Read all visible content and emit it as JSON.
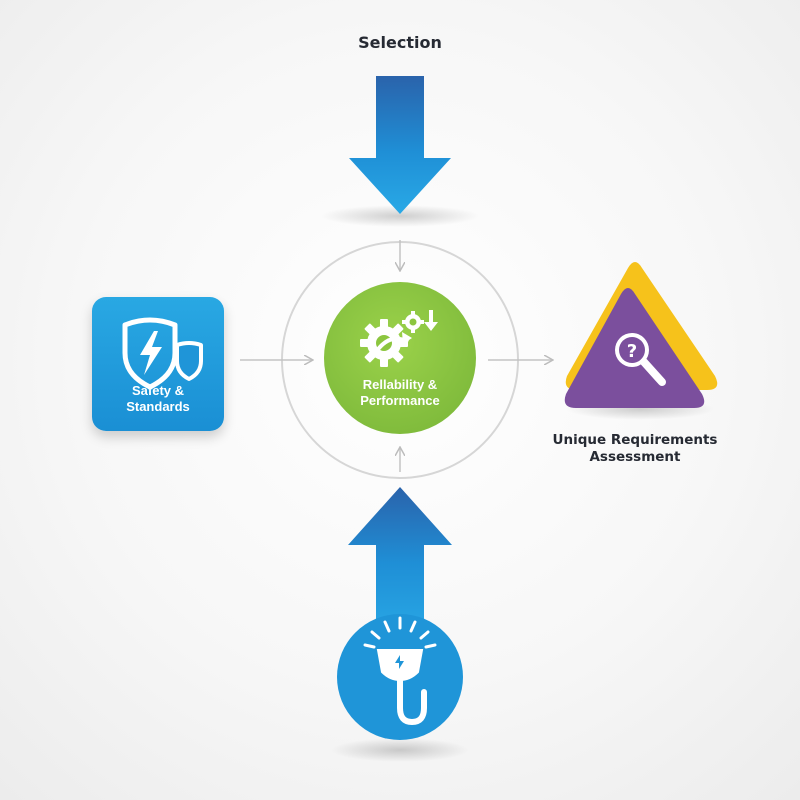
{
  "diagram": {
    "top_label": "Selection",
    "center_label_line1": "Rellability &",
    "center_label_line2": "Performance",
    "left_label_line1": "Safety &",
    "left_label_line2": "Standards",
    "right_label_line1": "Unique Requirements",
    "right_label_line2": "Assessment",
    "icons": {
      "center": "gears-arrows-icon",
      "left": "shield-lightning-icon",
      "right": "magnifier-question-icon",
      "bottom": "power-plug-icon"
    },
    "colors": {
      "blue": "#1f95d8",
      "dark_blue": "#2a63ab",
      "green": "#8cc63f",
      "purple": "#7b4f9d",
      "yellow": "#f6c21b",
      "ring": "#d6d6d6"
    }
  }
}
